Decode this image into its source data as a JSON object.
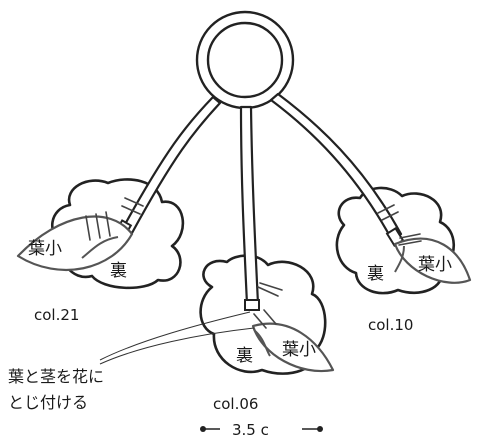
{
  "flowers": {
    "left": {
      "back_label": "裏",
      "leaf_label": "葉小",
      "color_label": "col.21"
    },
    "center": {
      "back_label": "裏",
      "leaf_label": "葉小",
      "color_label": "col.06"
    },
    "right": {
      "back_label": "裏",
      "leaf_label": "葉小",
      "color_label": "col.10"
    }
  },
  "instruction": {
    "line1": "葉と茎を花に",
    "line2": "とじ付ける"
  },
  "measure": {
    "label": "3.5 c"
  }
}
